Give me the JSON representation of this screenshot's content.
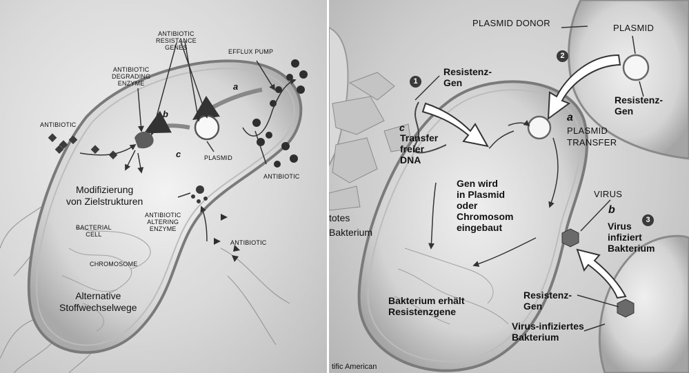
{
  "left": {
    "antibiotic_resistance_genes": "ANTIBIOTIC\nRESISTANCE\nGENES",
    "efflux_pump": "EFFLUX PUMP",
    "antibiotic_degrading_enzyme": "ANTIBIOTIC\nDEGRADING\nENZYME",
    "antibiotic_top": "ANTIBIOTIC",
    "antibiotic_right": "ANTIBIOTIC",
    "antibiotic_bottom": "ANTIBIOTIC",
    "letter_a": "a",
    "letter_b": "b",
    "letter_c": "c",
    "plasmid": "PLASMID",
    "modifizierung": "Modifizierung\nvon Zielstrukturen",
    "antibiotic_altering_enzyme": "ANTIBIOTIC\nALTERING\nENZYME",
    "bacterial_cell": "BACTERIAL\nCELL",
    "chromosome": "CHROMOSOME",
    "alternative": "Alternative\nStoffwechselwege"
  },
  "right": {
    "plasmid_donor": "PLASMID DONOR",
    "plasmid": "PLASMID",
    "num1": "1",
    "num2": "2",
    "num3": "3",
    "resistenz_gen_top": "Resistenz-\nGen",
    "resistenz_gen_right": "Resistenz-\nGen",
    "letter_c": "c",
    "transfer_freier_dna": "Transfer\nfreier\nDNA",
    "letter_a": "a",
    "plasmid_transfer": "PLASMID\nTRANSFER",
    "gen_wird": "Gen wird\nin Plasmid\noder\nChromosom\neingebaut",
    "totes_bakterium": "totes\nBakterium",
    "virus": "VIRUS",
    "letter_b": "b",
    "virus_infiziert": "Virus\ninfiziert\nBakterium",
    "bakterium_erhaelt": "Bakterium erhält\nResistenzgene",
    "resistenz_gen_bottom": "Resistenz-\nGen",
    "virus_infiziertes": "Virus-infiziertes\nBakterium",
    "credit": "tific American"
  }
}
